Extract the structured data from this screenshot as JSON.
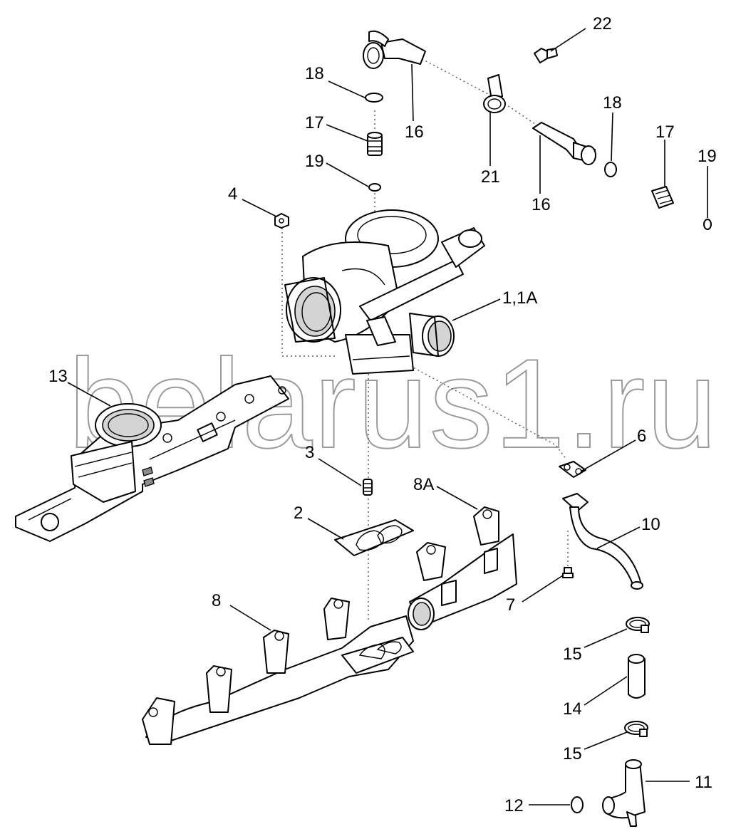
{
  "diagram": {
    "watermark": "belarus1.ru",
    "callouts": [
      {
        "id": "c22",
        "text": "22"
      },
      {
        "id": "c18a",
        "text": "18"
      },
      {
        "id": "c16a",
        "text": "16"
      },
      {
        "id": "c17a",
        "text": "17"
      },
      {
        "id": "c19a",
        "text": "19"
      },
      {
        "id": "c21",
        "text": "21"
      },
      {
        "id": "c16b",
        "text": "16"
      },
      {
        "id": "c18b",
        "text": "18"
      },
      {
        "id": "c17b",
        "text": "17"
      },
      {
        "id": "c19b",
        "text": "19"
      },
      {
        "id": "c4",
        "text": "4"
      },
      {
        "id": "c1",
        "text": "1,1A"
      },
      {
        "id": "c13",
        "text": "13"
      },
      {
        "id": "c6",
        "text": "6"
      },
      {
        "id": "c3",
        "text": "3"
      },
      {
        "id": "c8a",
        "text": "8A"
      },
      {
        "id": "c2",
        "text": "2"
      },
      {
        "id": "c10",
        "text": "10"
      },
      {
        "id": "c8",
        "text": "8"
      },
      {
        "id": "c7",
        "text": "7"
      },
      {
        "id": "c15a",
        "text": "15"
      },
      {
        "id": "c14",
        "text": "14"
      },
      {
        "id": "c15b",
        "text": "15"
      },
      {
        "id": "c11",
        "text": "11"
      },
      {
        "id": "c12",
        "text": "12"
      }
    ]
  }
}
